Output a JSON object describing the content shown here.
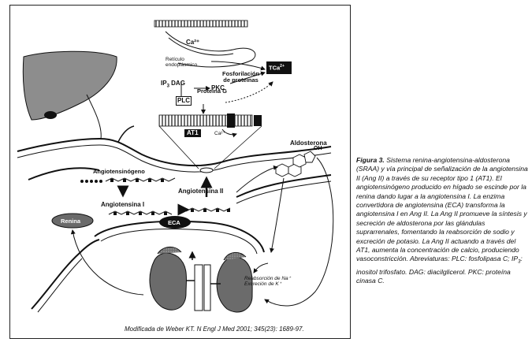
{
  "figure": {
    "labels": {
      "ca2_top": "Ca²⁺",
      "reticulo": "Retículo\nendoplásmico",
      "ip3": "IP",
      "ip3_sub": "3",
      "dag": "DAG",
      "pkc": "PKC",
      "fosforilacion": "Fosforilación\nde proteínas",
      "tca": "TCa",
      "tca_sup": "2+",
      "plc": "PLC",
      "proteina_g": "Proteína G",
      "at1": "AT1",
      "ca2_low": "Ca²⁺",
      "aldosterona": "Aldosterona",
      "angiotensinogeno": "Angiotensinógeno",
      "angiotensina_ii": "Angiotensina II",
      "angiotensina_i": "Angiotensina I",
      "renina": "Renina",
      "eca": "ECA",
      "reabsorcion": "Reabsorción de Na⁺\nExcreción de K⁺"
    },
    "credit": "Modificada de Weber KT. N Engl J Med 2001; 345(23): 1689-97."
  },
  "caption": {
    "title": "Figura 3.",
    "text": "Sistema renina-angiotensina-aldosterona (SRAA) y vía principal de señalización de la angiotensina II (Ang II) a través de su receptor tipo 1 (AT1). El angiotensinógeno producido en hígado se escinde por la renina dando lugar a la angiotensina I. La enzima convertidora de angiotensina (ECA) transforma la angiotensina I en Ang II. La Ang II promueve la síntesis y secreción de aldosterona por las glándulas suprarrenales, fomentando la reabsorción de sodio y excreción de potasio. La Ang II actuando a través del AT1, aumenta la concentración de calcio, produciendo vasoconstricción. Abreviaturas: PLC: fosfolipasa C; IP",
    "ip3_sub": "3",
    "text_end": ": inositol trifosfato. DAG: diacilglicerol. PKC: proteína cinasa C."
  }
}
